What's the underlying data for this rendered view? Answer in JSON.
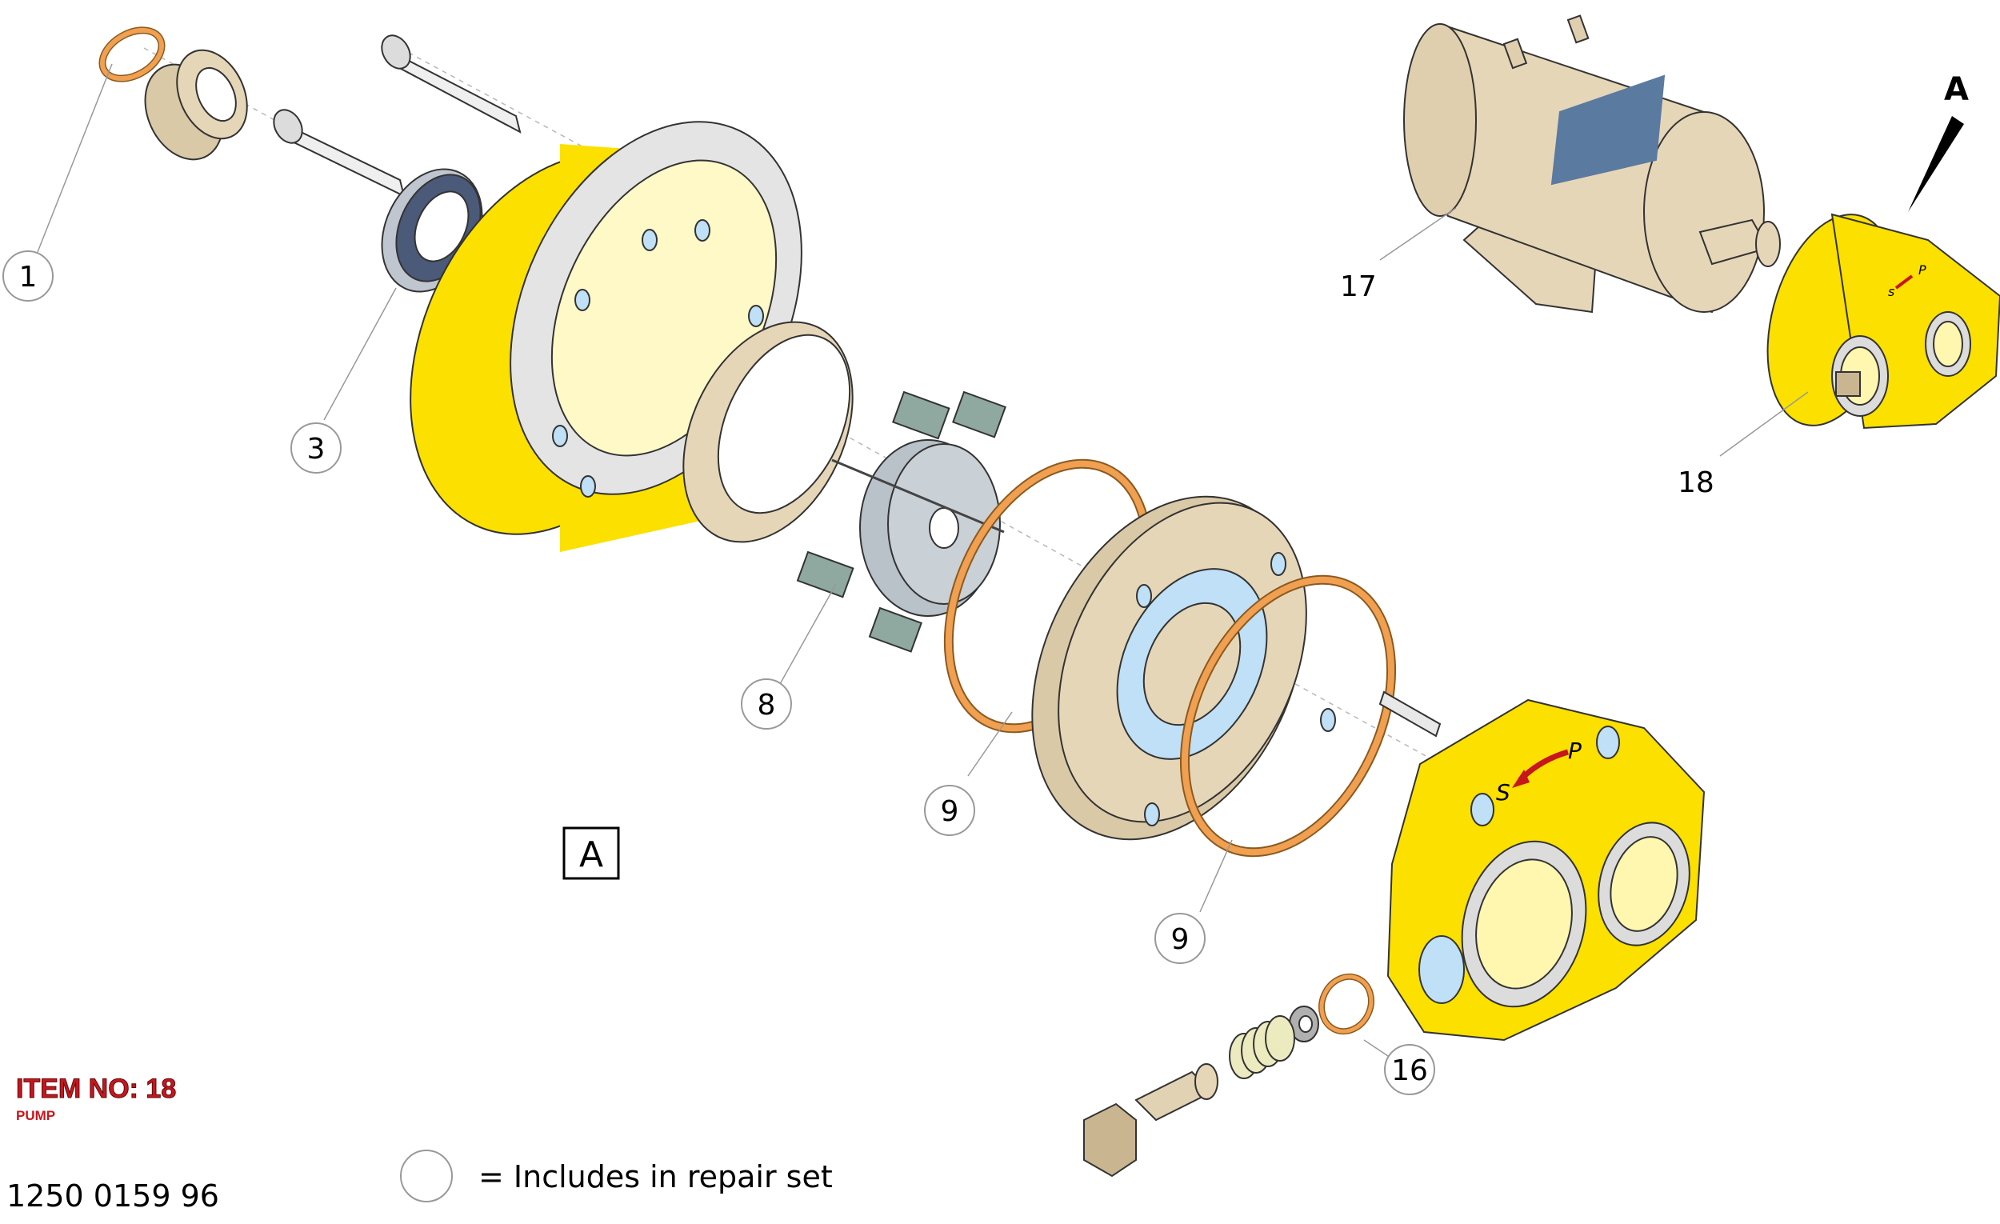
{
  "view_label": "A",
  "callouts": [
    {
      "id": "1",
      "label": "1",
      "circled": true
    },
    {
      "id": "3",
      "label": "3",
      "circled": true
    },
    {
      "id": "8",
      "label": "8",
      "circled": true
    },
    {
      "id": "9a",
      "label": "9",
      "circled": true
    },
    {
      "id": "9b",
      "label": "9",
      "circled": true
    },
    {
      "id": "16",
      "label": "16",
      "circled": true
    },
    {
      "id": "17",
      "label": "17",
      "circled": false
    },
    {
      "id": "18",
      "label": "18",
      "circled": false
    }
  ],
  "pump_markings": {
    "suction": "S",
    "pressure": "P"
  },
  "item": {
    "title": "ITEM NO: 18",
    "subtitle": "PUMP",
    "part_number": "1250 0159 96"
  },
  "legend": {
    "text": "= Includes in repair set"
  },
  "colors": {
    "housing_yellow": "#fbe000",
    "accent_red": "#c8161d",
    "oring_orange": "#f0a050",
    "beige": "#e6d6b8",
    "label_blue": "#5a7aa0"
  }
}
